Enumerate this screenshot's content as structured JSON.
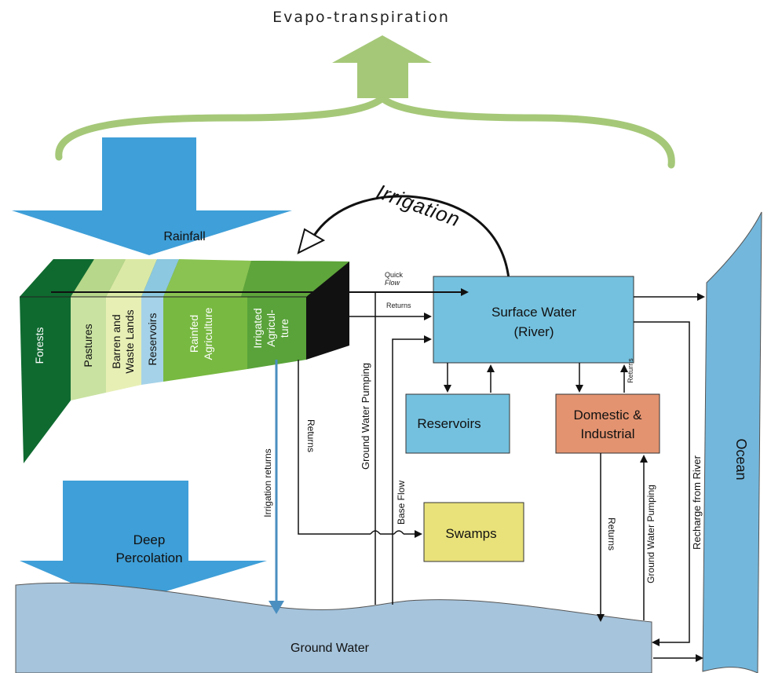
{
  "title": "Evapo-transpiration",
  "colors": {
    "evapo_green": "#a5c878",
    "rain_blue": "#3f9fd8",
    "box_blue": "#74c1df",
    "ocean_blue": "#74b7dc",
    "ground_water": "#a6c4dc",
    "domestic": "#e39370",
    "swamps": "#e9e27a",
    "forest": "#0f6a30",
    "pasture": "#c9e2a1",
    "barren": "#e8efb5",
    "reservoir_strip": "#a5d2e8",
    "rainfed": "#78b941",
    "irrigated": "#59a33a"
  },
  "inflows": {
    "rainfall": "Rainfall",
    "deep_percolation": "Deep Percolation",
    "irrigation": "Irrigation"
  },
  "land_uses": [
    "Forests",
    "Pastures",
    "Barren and Waste Lands",
    "Reservoirs",
    "Rainfed Agriculture",
    "Irrigated Agricul-ture"
  ],
  "land_use_lines": {
    "barren": [
      "Barren and",
      "Waste Lands"
    ],
    "rainfed": [
      "Rainfed",
      "Agriculture"
    ],
    "irrigated": [
      "Irrigated",
      "Agricul-",
      "ture"
    ]
  },
  "nodes": {
    "surface_water": [
      "Surface Water",
      "(River)"
    ],
    "reservoirs": "Reservoirs",
    "domestic_industrial": [
      "Domestic &",
      "Industrial"
    ],
    "swamps": "Swamps",
    "ground_water": "Ground Water",
    "ocean": "Ocean"
  },
  "flows": {
    "quick_flow": [
      "Quick",
      "Flow"
    ],
    "returns_top": "Returns",
    "irrigation_returns": "Irrigation returns",
    "returns_left": "Returns",
    "ground_water_pumping_left": "Ground Water Pumping",
    "base_flow": "Base Flow",
    "returns_domestic_up": "Returns",
    "returns_domestic_down": "Returns",
    "ground_water_pumping_right": "Ground Water Pumping",
    "recharge_from_river": "Recharge from River"
  }
}
